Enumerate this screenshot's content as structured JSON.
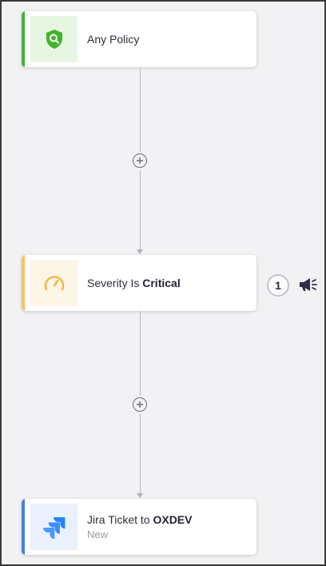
{
  "colors": {
    "policy_accent": "#3bb53b",
    "policy_icon_bg": "#e6f6e2",
    "policy_icon": "#43b52c",
    "severity_accent": "#f8c266",
    "severity_icon_bg": "#fdf5e6",
    "severity_icon": "#f4b53c",
    "jira_accent": "#4a7fe0",
    "jira_icon_bg": "#eaf1fc",
    "jira_icon": "#2684ff"
  },
  "nodes": {
    "policy": {
      "icon": "shield-search-icon",
      "label": "Any Policy"
    },
    "severity": {
      "icon": "gauge-icon",
      "prefix": "Severity Is ",
      "value": "Critical",
      "action_count": "1",
      "action_icon": "megaphone-icon"
    },
    "jira": {
      "icon": "jira-icon",
      "prefix": "Jira Ticket to ",
      "value": "OXDEV",
      "status": "New"
    }
  },
  "connectors": {
    "add_icon": "plus-circle-icon"
  }
}
